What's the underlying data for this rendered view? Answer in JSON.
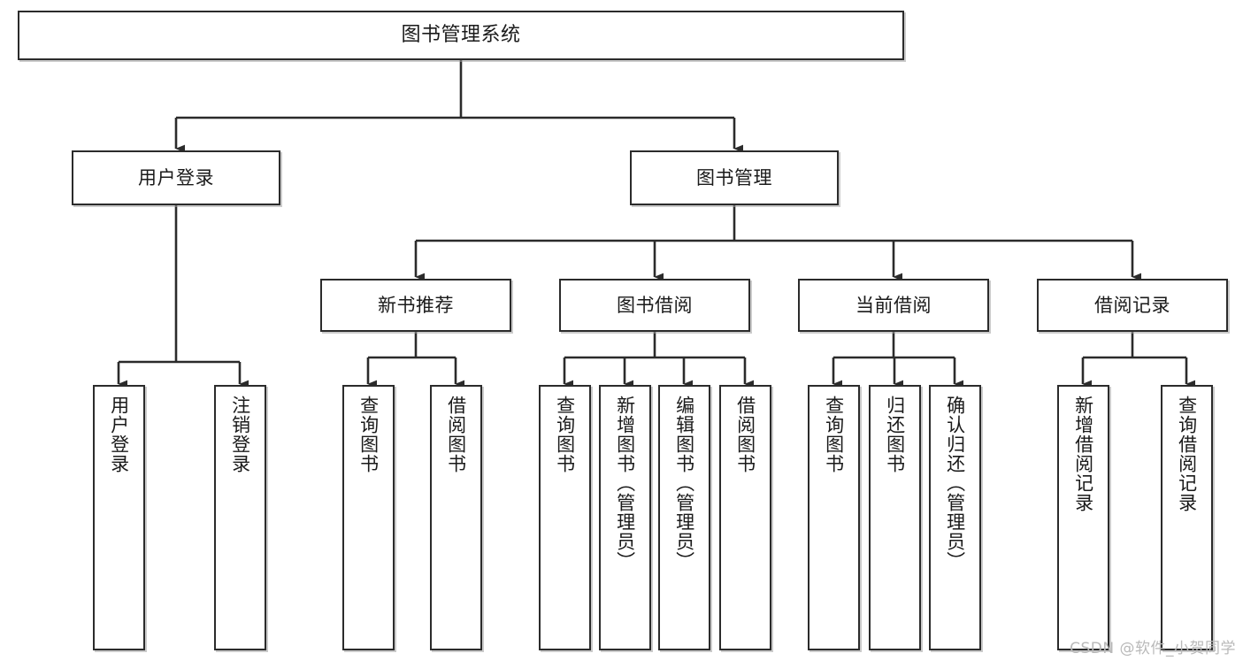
{
  "diagram": {
    "title": "图书管理系统",
    "type": "hierarchy-tree",
    "watermark": "CSDN @软件_小贺同学",
    "colors": {
      "stroke": "#2b2b2b",
      "fill": "#ffffff",
      "shadow": "#a0a0a0",
      "watermark": "#b9b9b9"
    },
    "nodes": {
      "root": {
        "label": "图书管理系统"
      },
      "level2": [
        {
          "label": "用户登录"
        },
        {
          "label": "图书管理"
        }
      ],
      "level3": [
        {
          "label": "新书推荐"
        },
        {
          "label": "图书借阅"
        },
        {
          "label": "当前借阅"
        },
        {
          "label": "借阅记录"
        }
      ],
      "leaves_user_login": [
        {
          "label": "用户登录"
        },
        {
          "label": "注销登录"
        }
      ],
      "leaves_new_books": [
        {
          "label": "查询图书"
        },
        {
          "label": "借阅图书"
        }
      ],
      "leaves_borrow": [
        {
          "label": "查询图书"
        },
        {
          "label": "新增图书（管理员）"
        },
        {
          "label": "编辑图书（管理员）"
        },
        {
          "label": "借阅图书"
        }
      ],
      "leaves_current": [
        {
          "label": "查询图书"
        },
        {
          "label": "归还图书"
        },
        {
          "label": "确认归还（管理员）"
        }
      ],
      "leaves_records": [
        {
          "label": "新增借阅记录"
        },
        {
          "label": "查询借阅记录"
        }
      ]
    }
  }
}
